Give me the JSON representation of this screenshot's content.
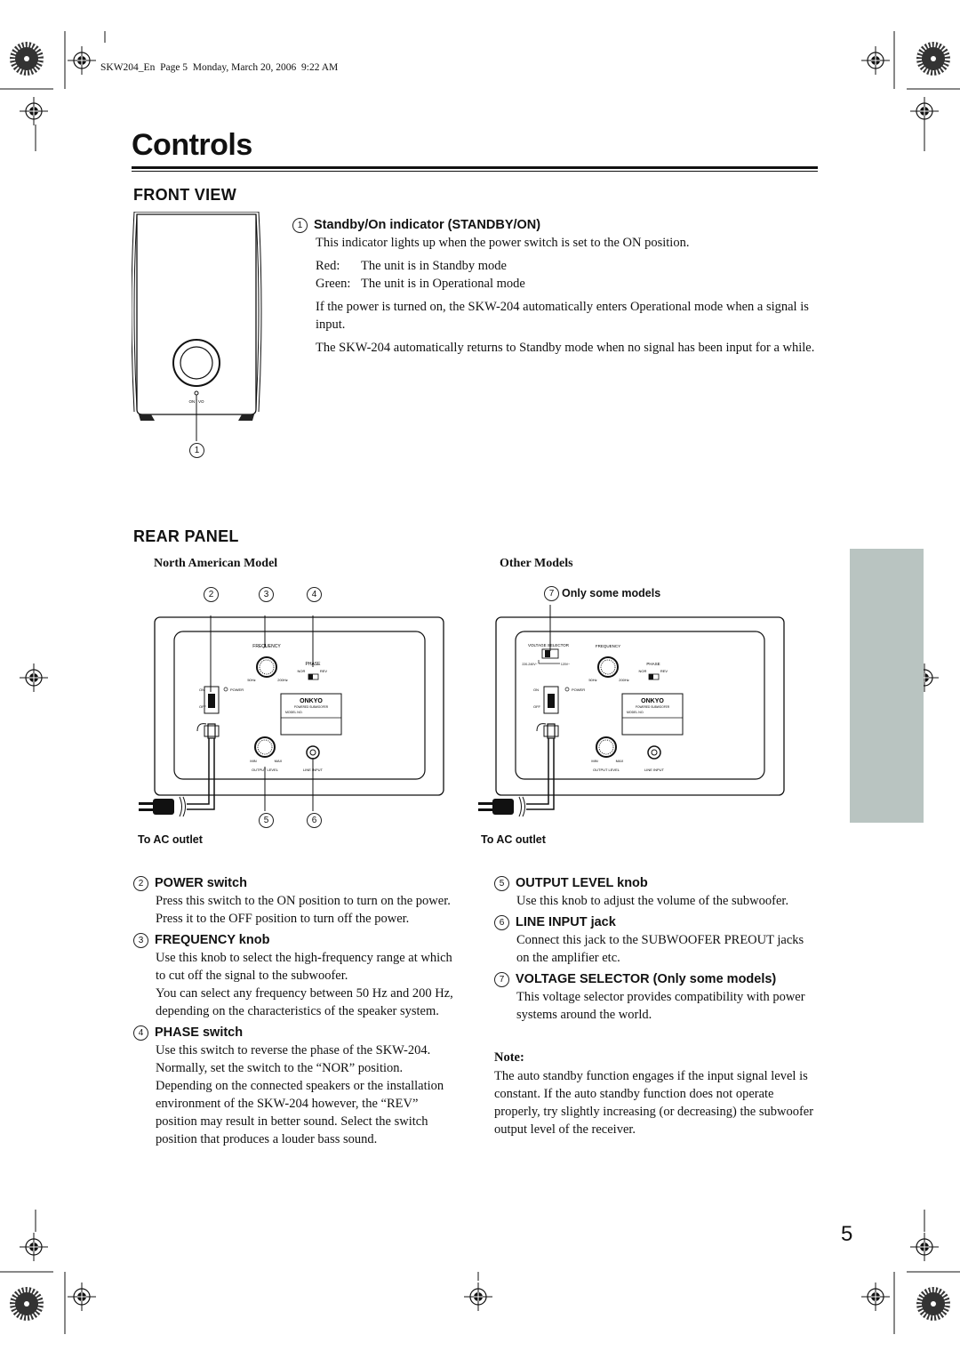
{
  "header_line": "SKW204_En  Page 5  Monday, March 20, 2006  9:22 AM",
  "page_title": "Controls",
  "page_number": "5",
  "front_view": {
    "heading": "FRONT VIEW",
    "item1": {
      "number": "1",
      "title": "Standby/On indicator (STANDBY/ON)",
      "p1": "This indicator lights up when the power switch is set to the ON position.",
      "red_label": "Red:",
      "red_text": "The unit is in Standby mode",
      "green_label": "Green:",
      "green_text": "The unit is in Operational mode",
      "p2": "If the power is turned on, the SKW-204 automatically enters Operational mode when a signal is input.",
      "p3": "The SKW-204 automatically returns to Standby mode when no signal has been input for a while."
    },
    "callout": "1",
    "front_label": "ON  /  VO"
  },
  "rear_panel": {
    "heading": "REAR PANEL",
    "na_model": "North American Model",
    "other_models": "Other Models",
    "callouts_na": [
      "2",
      "3",
      "4",
      "5",
      "6"
    ],
    "callout_other": "7",
    "only_some_models": "Only some models",
    "to_ac_outlet": "To AC outlet",
    "panel": {
      "frequency": "FREQUENCY",
      "phase": "PHASE",
      "nor": "NOR",
      "rev": "REV",
      "hz50": "50Hz",
      "hz200": "200Hz",
      "on": "ON",
      "off": "OFF",
      "power": "POWER",
      "brand": "ONKYO",
      "powered_subwoofer": "POWERED SUBWOOFER",
      "model_no": "MODEL NO.",
      "min": "MIN",
      "max": "MAX",
      "output_level": "OUTPUT LEVEL",
      "line_input": "LINE INPUT",
      "voltage_selector": "VOLTAGE SELECTOR",
      "v220": "220-240V~",
      "v120": "120V~"
    }
  },
  "items": {
    "item2": {
      "number": "2",
      "title": "POWER switch",
      "text": "Press this switch to the ON position to turn on the power. Press it to the OFF position to turn off the power."
    },
    "item3": {
      "number": "3",
      "title": "FREQUENCY knob",
      "text1": "Use this knob to select the high-frequency range at which to cut off the signal to the subwoofer.",
      "text2": "You can select any frequency between 50 Hz and 200 Hz, depending on the characteristics of the speaker system."
    },
    "item4": {
      "number": "4",
      "title": "PHASE switch",
      "text": "Use this switch to reverse the phase of the SKW-204. Normally, set the switch to the “NOR” position. Depending on the connected speakers or the installation environment of the SKW-204 however, the “REV” position may result in better sound. Select the switch position that produces a louder bass sound."
    },
    "item5": {
      "number": "5",
      "title": "OUTPUT LEVEL knob",
      "text": "Use this knob to adjust the volume of the subwoofer."
    },
    "item6": {
      "number": "6",
      "title": "LINE INPUT jack",
      "text": "Connect this jack to the SUBWOOFER PREOUT jacks on the amplifier etc."
    },
    "item7": {
      "number": "7",
      "title": "VOLTAGE SELECTOR (Only some models)",
      "text": "This voltage selector provides compatibility with power systems around the world."
    }
  },
  "note": {
    "title": "Note:",
    "text": "The auto standby function engages if the input signal level is constant. If the auto standby function does not operate properly, try slightly increasing (or decreasing) the subwoofer output level of the receiver."
  }
}
